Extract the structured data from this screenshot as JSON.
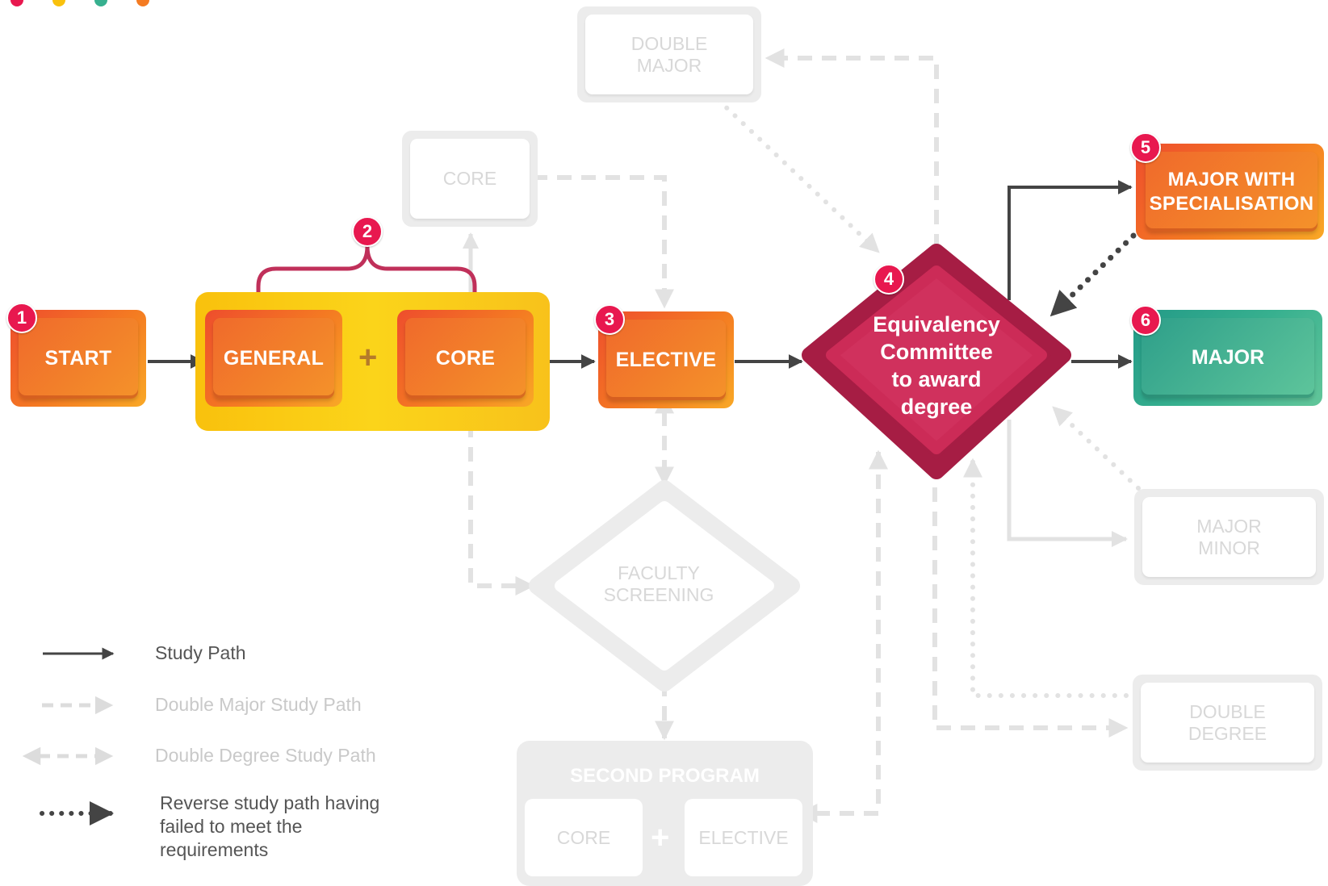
{
  "header": {
    "dot_colors": [
      "#e8184f",
      "#f9c10d",
      "#37b08f",
      "#f47b22"
    ]
  },
  "nodes": {
    "start": {
      "label": "START",
      "badge": "1"
    },
    "general": {
      "label": "GENERAL",
      "badge": "2"
    },
    "plus_symbol": "+",
    "core_main": {
      "label": "CORE"
    },
    "elective": {
      "label": "ELECTIVE",
      "badge": "3"
    },
    "committee": {
      "line1": "Equivalency",
      "line2": "Committee",
      "line3": "to award",
      "line4": "degree",
      "badge": "4"
    },
    "major_specialisation": {
      "line1": "MAJOR WITH",
      "line2": "SPECIALISATION",
      "badge": "5"
    },
    "major": {
      "label": "MAJOR",
      "badge": "6"
    },
    "double_major": {
      "line1": "DOUBLE",
      "line2": "MAJOR"
    },
    "core_faded": {
      "label": "CORE"
    },
    "faculty_screening": {
      "line1": "FACULTY",
      "line2": "SCREENING"
    },
    "major_minor": {
      "line1": "MAJOR",
      "line2": "MINOR"
    },
    "double_degree": {
      "line1": "DOUBLE",
      "line2": "DEGREE"
    },
    "second_program": {
      "title": "SECOND PROGRAM",
      "core": "CORE",
      "elective": "ELECTIVE"
    }
  },
  "legend": {
    "study_path": "Study Path",
    "double_major_path": "Double Major Study Path",
    "double_degree_path": "Double Degree Study Path",
    "reverse_line1": "Reverse study path having",
    "reverse_line2": "failed to meet the",
    "reverse_line3": "requirements"
  },
  "colors": {
    "active_orange": "#f47b22",
    "badge_red": "#e8184f",
    "committee_crimson": "#c8234f",
    "major_green": "#37b08f",
    "group_yellow": "#f9c10d",
    "faded_gray": "#ececec",
    "arrow_dark": "#444444"
  }
}
